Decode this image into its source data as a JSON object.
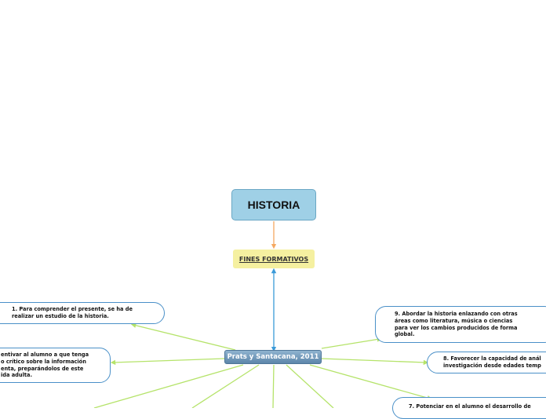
{
  "nodes": {
    "root": {
      "label": "HISTORIA"
    },
    "fines": {
      "label": "FINES FORMATIVOS"
    },
    "hub": {
      "label": "Prats y Santacana, 2011"
    },
    "leaf1": {
      "lines": [
        "1. Para comprender el presente, se ha de",
        "realizar un estudio de la historia."
      ]
    },
    "leaf2": {
      "lines": [
        "entivar al alumno a que tenga",
        "o crítico sobre la información",
        "enta, preparándolos de este",
        "ida adulta."
      ]
    },
    "leaf9": {
      "lines": [
        "9. Abordar la historia enlazando con otras",
        "áreas como literatura, música o ciencias",
        "para ver los cambios producidos de forma",
        "global."
      ]
    },
    "leaf8": {
      "lines": [
        "8. Favorecer la capacidad de anál",
        "investigación desde edades temp"
      ]
    },
    "leaf7": {
      "lines": [
        "7. Potenciar en el alumno el desarrollo de"
      ]
    }
  },
  "colors": {
    "root_fill": "#9fd0e6",
    "fines_fill": "#f5f0a0",
    "hub_fill": "#6f96b8",
    "leaf_border": "#4a90c8",
    "connector_root": "#f5a860",
    "connector_hub": "#3a9ad9",
    "connector_leaf": "#b5e36a"
  }
}
